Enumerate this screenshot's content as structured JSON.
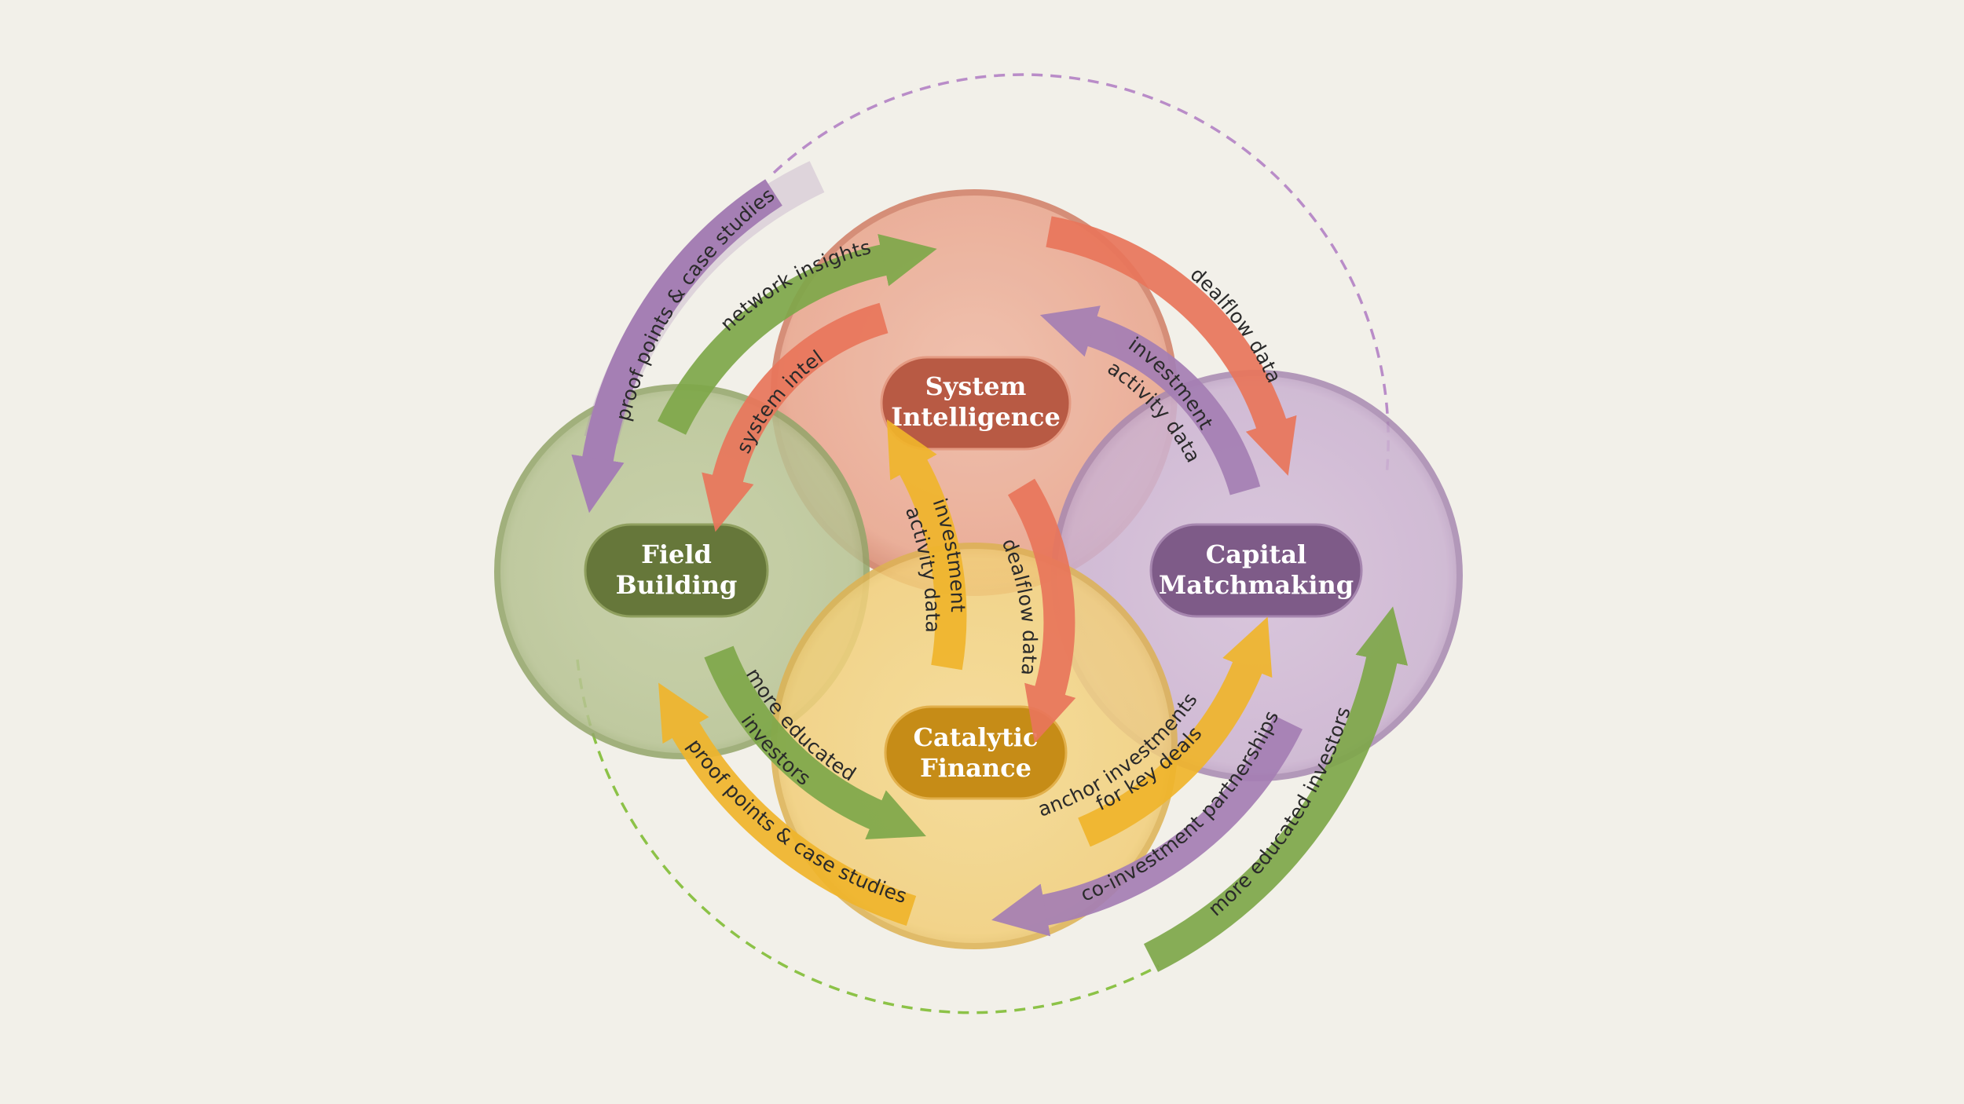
{
  "nodes": {
    "system_intelligence": {
      "line1": "System",
      "line2": "Intelligence",
      "color": "#b85a44"
    },
    "field_building": {
      "line1": "Field",
      "line2": "Building",
      "color": "#66773a"
    },
    "capital_matchmaking": {
      "line1": "Capital",
      "line2": "Matchmaking",
      "color": "#7e5b88"
    },
    "catalytic_finance": {
      "line1": "Catalytic",
      "line2": "Finance",
      "color": "#c68c17"
    }
  },
  "arrows": {
    "proof_points_top": "proof points & case studies",
    "network_insights": "network insights",
    "system_intel": "system intel",
    "dealflow_top": "dealflow data",
    "investment_activity_right_l1": "investment",
    "investment_activity_right_l2": "activity data",
    "investment_activity_center_l1": "investment",
    "investment_activity_center_l2": "activity data",
    "dealflow_center": "dealflow data",
    "more_educated_left_l1": "more educated",
    "more_educated_left_l2": "investors",
    "proof_points_bottom": "proof points & case studies",
    "anchor_l1": "anchor investments",
    "anchor_l2": "for key deals",
    "co_investment": "co-investment partnerships",
    "more_educated_right": "more educated investors"
  },
  "colors": {
    "background": "#f2f0e9",
    "red": "#e9765b",
    "green": "#7fa84a",
    "purple": "#a57fb4",
    "yellow": "#f0b52c"
  }
}
